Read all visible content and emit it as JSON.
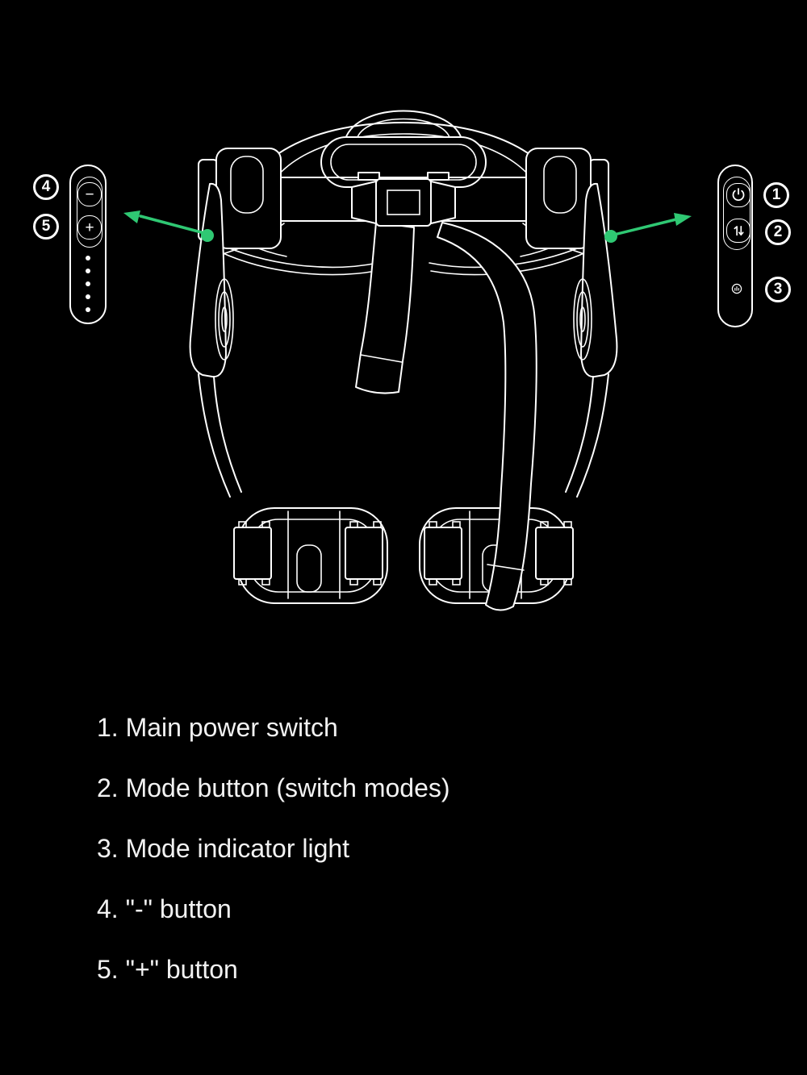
{
  "colors": {
    "background": "#000000",
    "line": "#ffffff",
    "text": "#f2f2f2",
    "accent_green": "#2fc873"
  },
  "illustration": {
    "subject": "hip exoskeleton rear view line art",
    "left_panel": {
      "minus_label": "−",
      "plus_label": "+",
      "dot_count": 5
    },
    "right_panel": {
      "power_icon": "power-icon",
      "mode_icon": "mode-switch-icon",
      "indicator_icon": "mode-indicator-light-icon"
    }
  },
  "callouts": {
    "right": [
      "1",
      "2",
      "3"
    ],
    "left": [
      "4",
      "5"
    ]
  },
  "legend": {
    "items": [
      {
        "text": "1. Main power switch"
      },
      {
        "text": "2. Mode button (switch modes)"
      },
      {
        "text": "3. Mode indicator light"
      },
      {
        "text": "4. \"-\" button"
      },
      {
        "text": "5. \"+\" button"
      }
    ]
  }
}
